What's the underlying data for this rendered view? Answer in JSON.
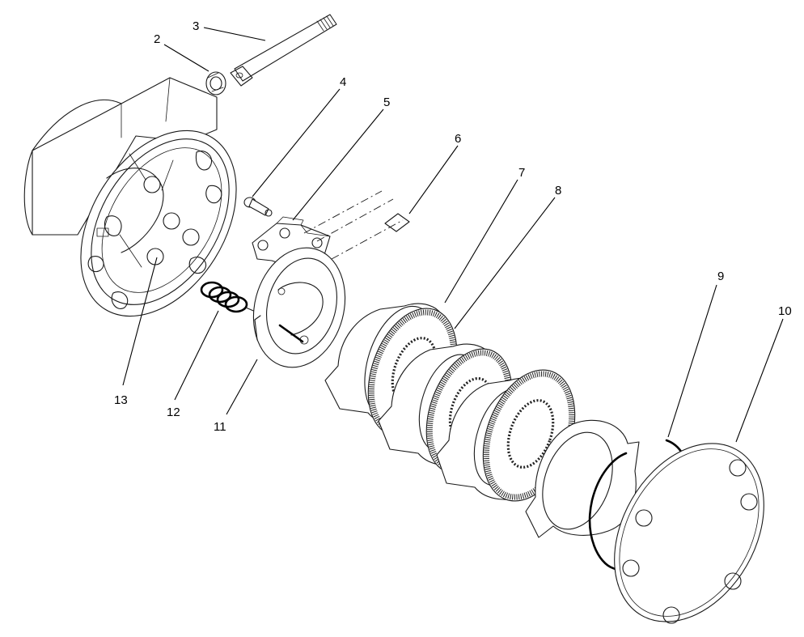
{
  "callouts": [
    {
      "id": "c2",
      "label": "2"
    },
    {
      "id": "c3",
      "label": "3"
    },
    {
      "id": "c4",
      "label": "4"
    },
    {
      "id": "c5",
      "label": "5"
    },
    {
      "id": "c6",
      "label": "6"
    },
    {
      "id": "c7",
      "label": "7"
    },
    {
      "id": "c8",
      "label": "8"
    },
    {
      "id": "c9",
      "label": "9"
    },
    {
      "id": "c10",
      "label": "10"
    },
    {
      "id": "c11",
      "label": "11"
    },
    {
      "id": "c12",
      "label": "12"
    },
    {
      "id": "c13",
      "label": "13"
    }
  ]
}
